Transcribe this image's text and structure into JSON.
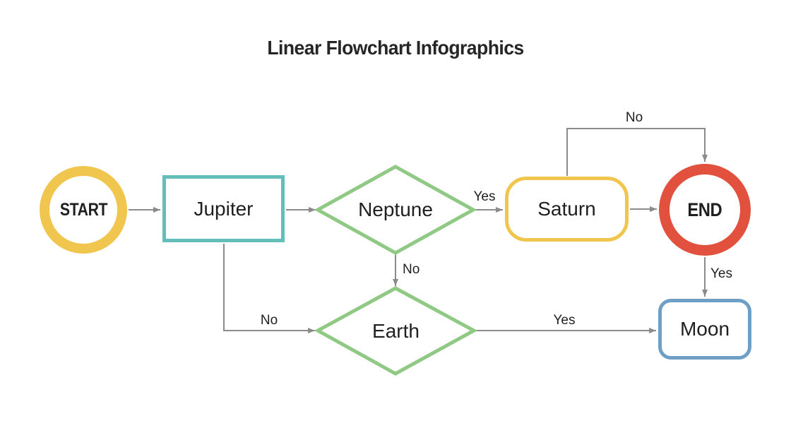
{
  "title": "Linear Flowchart Infographics",
  "nodes": {
    "start": {
      "label": "START",
      "shape": "circle",
      "color": "#F0C64E"
    },
    "jupiter": {
      "label": "Jupiter",
      "shape": "rectangle",
      "color": "#64BEBA"
    },
    "neptune": {
      "label": "Neptune",
      "shape": "diamond",
      "color": "#8FC983"
    },
    "saturn": {
      "label": "Saturn",
      "shape": "rounded-rect",
      "color": "#F0C64E"
    },
    "end": {
      "label": "END",
      "shape": "circle",
      "color": "#E2513D"
    },
    "earth": {
      "label": "Earth",
      "shape": "diamond",
      "color": "#8FC983"
    },
    "moon": {
      "label": "Moon",
      "shape": "rounded-rect",
      "color": "#6EA0C7"
    }
  },
  "edges": [
    {
      "from": "START",
      "to": "Jupiter",
      "label": ""
    },
    {
      "from": "Jupiter",
      "to": "Neptune",
      "label": ""
    },
    {
      "from": "Neptune",
      "to": "Saturn",
      "label": "Yes"
    },
    {
      "from": "Saturn",
      "to": "END",
      "label": ""
    },
    {
      "from": "Saturn",
      "to": "END",
      "label": "No"
    },
    {
      "from": "Neptune",
      "to": "Earth",
      "label": "No"
    },
    {
      "from": "Jupiter",
      "to": "Earth",
      "label": "No"
    },
    {
      "from": "Earth",
      "to": "Moon",
      "label": "Yes"
    },
    {
      "from": "END",
      "to": "Moon",
      "label": "Yes"
    }
  ],
  "colors": {
    "yellow": "#F0C64E",
    "teal": "#64BEBA",
    "green": "#8FC983",
    "red": "#E2513D",
    "blue": "#6EA0C7",
    "connector_gray": "#8B8B8B",
    "text_dark": "#1F1F1F",
    "title_dark": "#262626"
  }
}
